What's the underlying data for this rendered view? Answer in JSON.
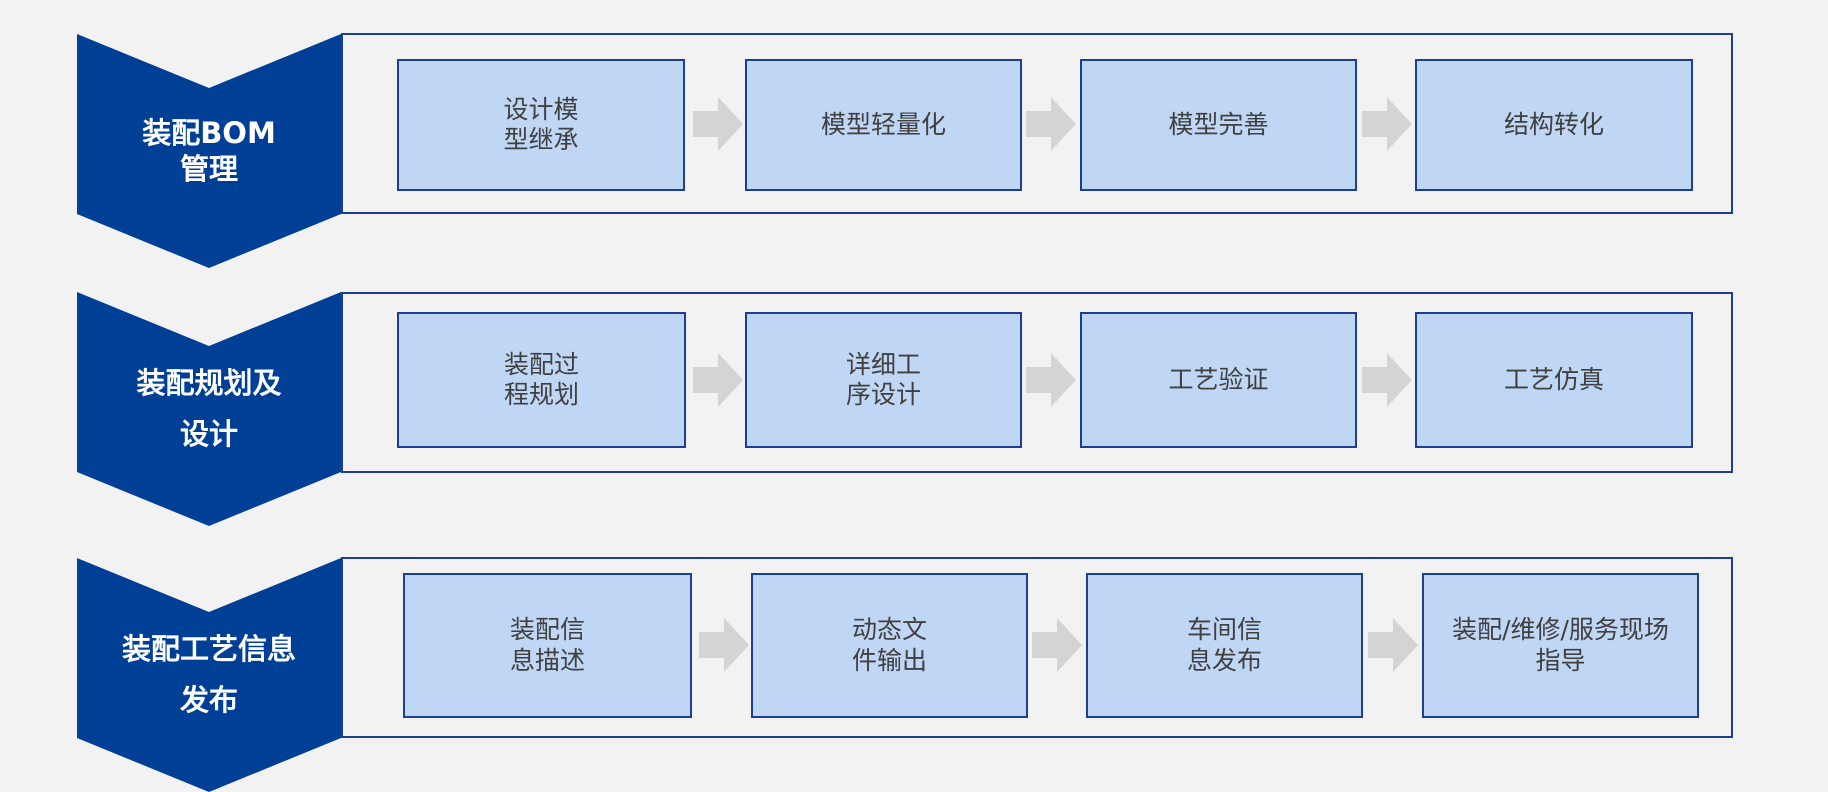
{
  "colors": {
    "chevron": "#003f96",
    "step_fill": "#c0d6f5",
    "border": "#1c3f95",
    "arrow": "#d4d4d4",
    "background": "#f2f2f2"
  },
  "rows": [
    {
      "label": "装配BOM\n管理",
      "steps": [
        "设计模\n型继承",
        "模型轻量化",
        "模型完善",
        "结构转化"
      ]
    },
    {
      "label": "装配规划及\n设计",
      "steps": [
        "装配过\n程规划",
        "详细工\n序设计",
        "工艺验证",
        "工艺仿真"
      ]
    },
    {
      "label": "装配工艺信息\n发布",
      "steps": [
        "装配信\n息描述",
        "动态文\n件输出",
        "车间信\n息发布",
        "装配/维修/服务现场\n指导"
      ]
    }
  ]
}
